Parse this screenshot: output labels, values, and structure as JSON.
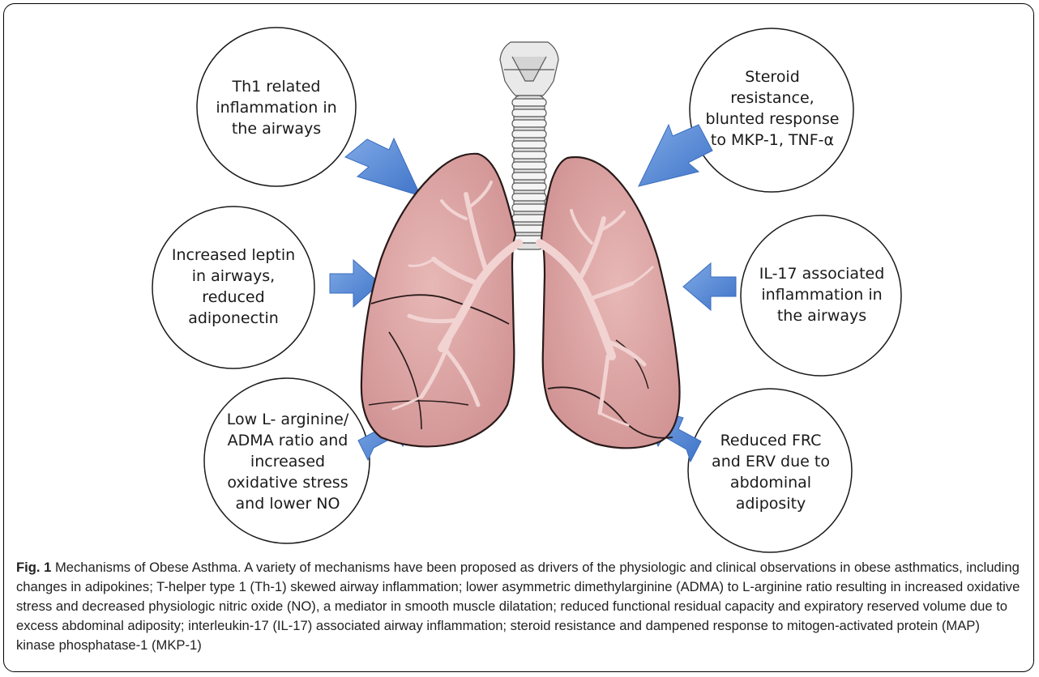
{
  "mechanisms": {
    "top_left": "Th1 related inflammation in the airways",
    "middle_left": "Increased leptin in airways, reduced adiponectin",
    "bottom_left": "Low L- arginine/ ADMA ratio and increased oxidative stress and lower NO",
    "top_right": "Steroid resistance, blunted response to MKP-1, TNF-α",
    "middle_right": "IL-17 associated inflammation in the airways",
    "bottom_right": "Reduced FRC and ERV due to abdominal adiposity"
  },
  "caption": {
    "label": "Fig. 1",
    "text": " Mechanisms of Obese Asthma. A variety of mechanisms have been proposed as drivers of the physiologic and clinical observations in obese asthmatics, including changes in adipokines; T-helper type 1 (Th-1) skewed airway inflammation; lower asymmetric dimethylarginine (ADMA) to L-arginine ratio resulting in increased oxidative stress and decreased physiologic nitric oxide (NO), a mediator in smooth muscle dilatation; reduced functional residual capacity and expiratory reserved volume due to excess abdominal adiposity; interleukin-17 (IL-17) associated airway inflammation; steroid resistance and dampened response to mitogen-activated protein (MAP) kinase phosphatase-1 (MKP-1)"
  },
  "colors": {
    "lung_fill": "#dca4a4",
    "lung_stroke": "#2a1a1a",
    "arrow_fill": "#5b8fd9",
    "trachea_fill": "#e6e6e6"
  }
}
